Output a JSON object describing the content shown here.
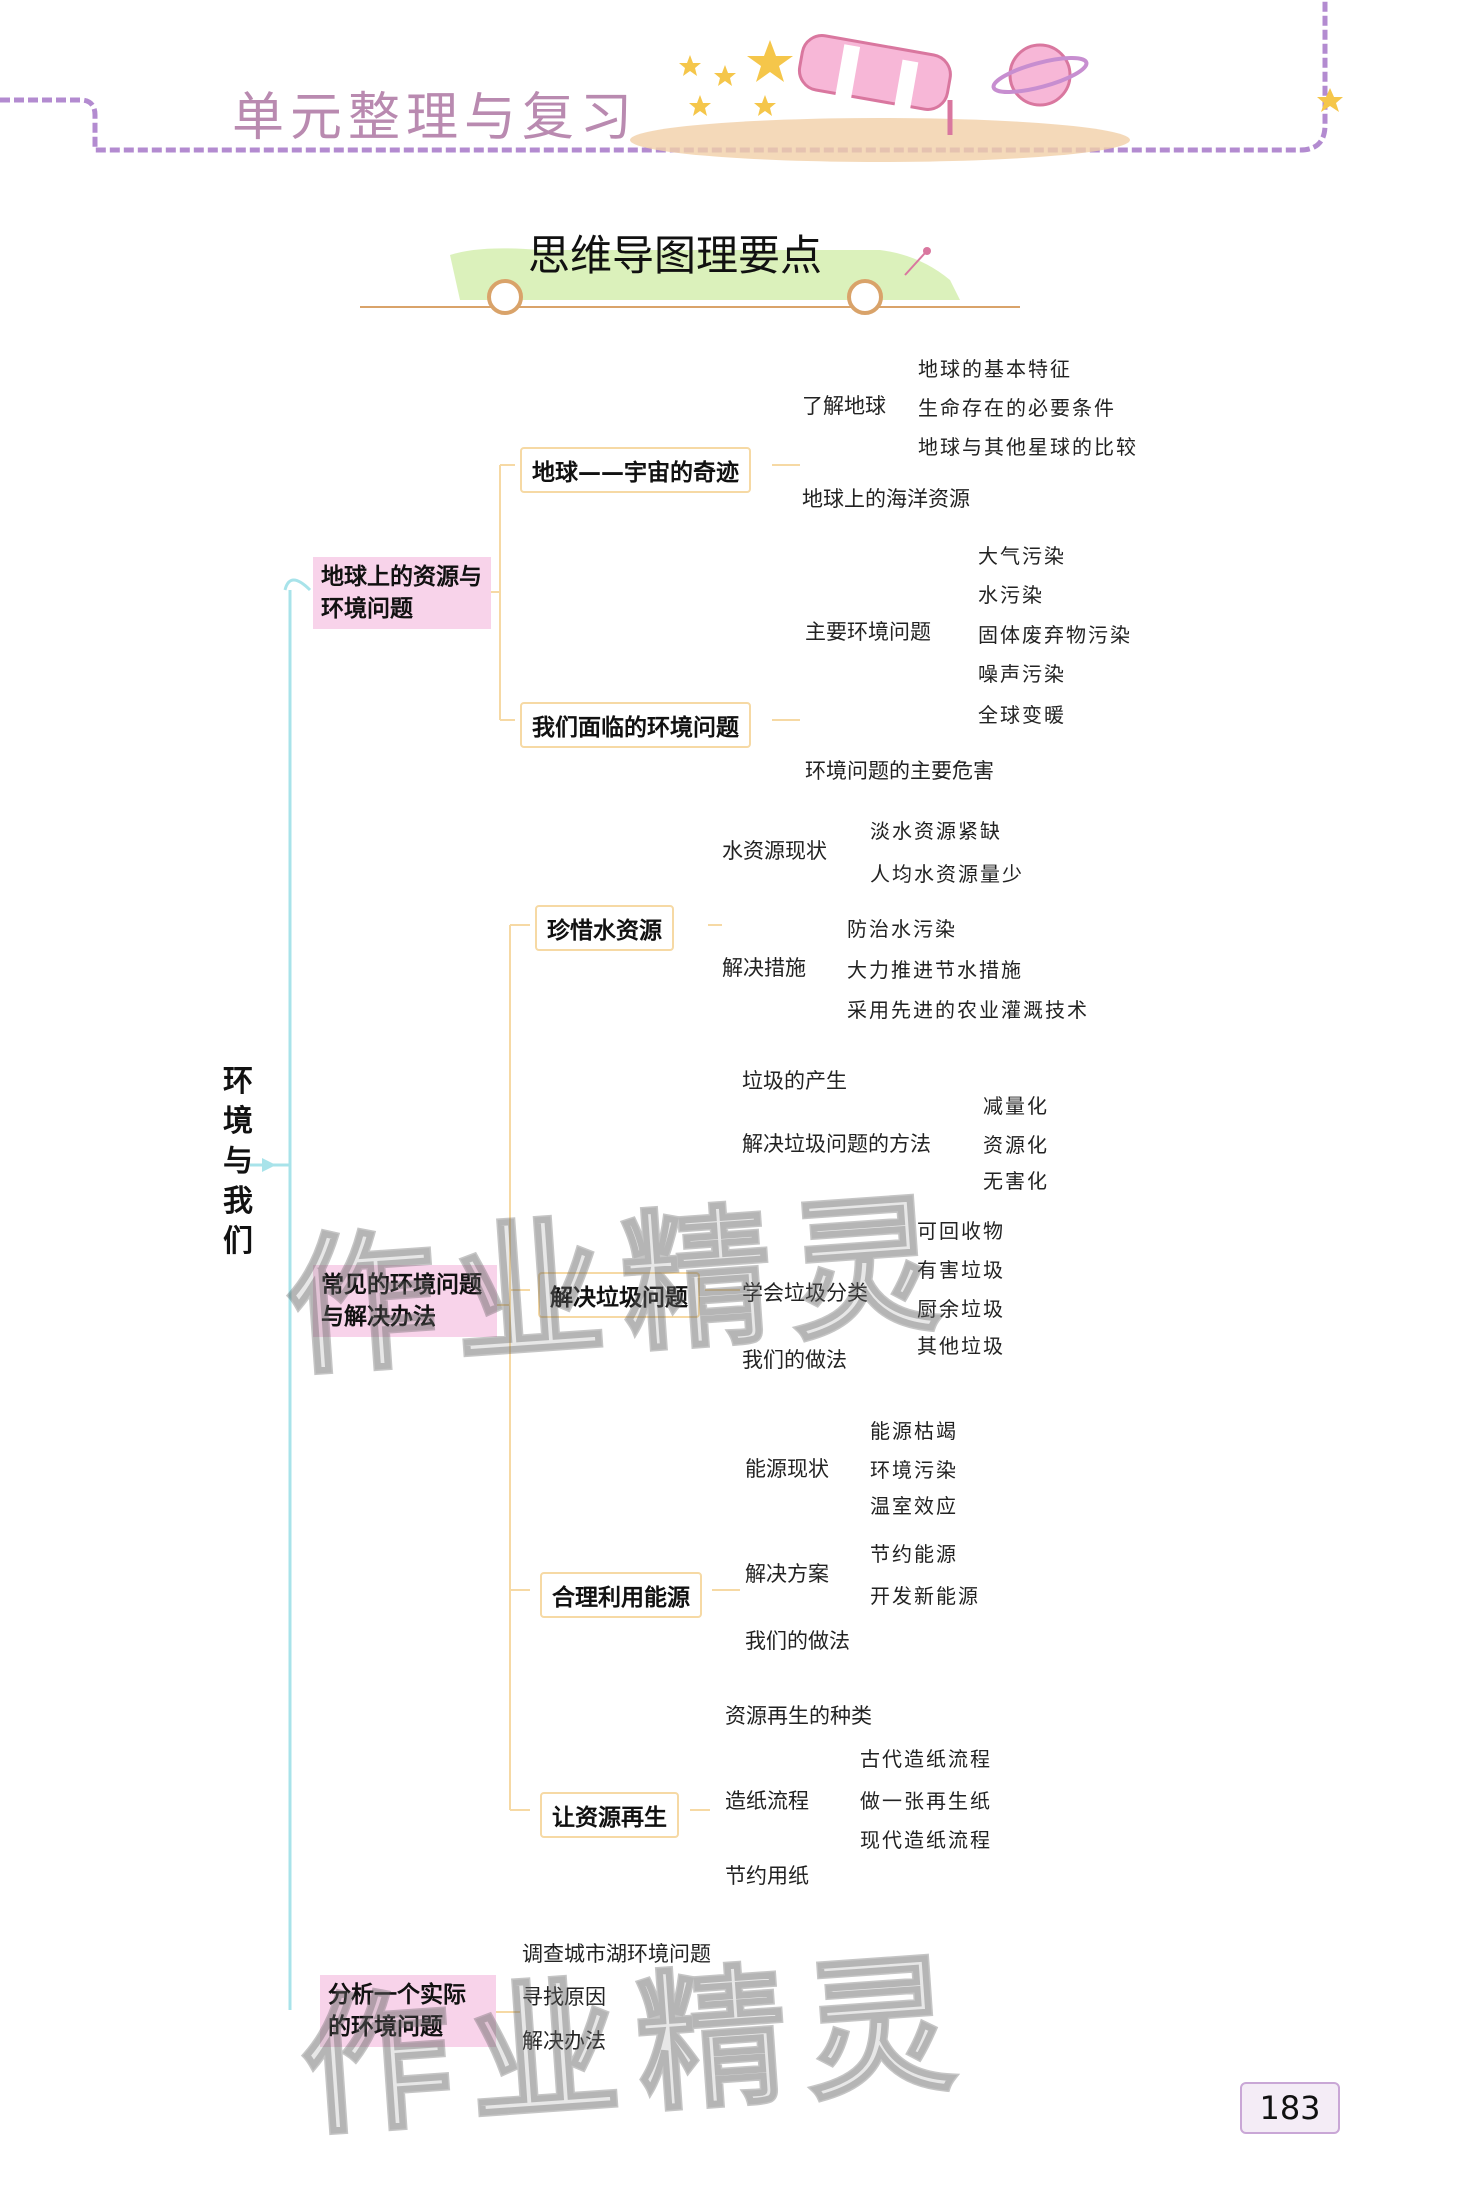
{
  "header": {
    "title": "单元整理与复习"
  },
  "mindmap": {
    "title": "思维导图理要点",
    "root": "环境与我们",
    "branches": [
      {
        "label": "地球上的资源与环境问题"
      },
      {
        "label": "常见的环境问题与解决办法"
      },
      {
        "label": "分析一个实际的环境问题"
      }
    ],
    "topics": [
      "地球——宇宙的奇迹",
      "我们面临的环境问题",
      "珍惜水资源",
      "解决垃圾问题",
      "合理利用能源",
      "让资源再生"
    ],
    "nodes": [
      "了解地球",
      "地球的基本特征",
      "生命存在的必要条件",
      "地球与其他星球的比较",
      "地球上的海洋资源",
      "主要环境问题",
      "大气污染",
      "水污染",
      "固体废弃物污染",
      "噪声污染",
      "全球变暖",
      "环境问题的主要危害",
      "水资源现状",
      "淡水资源紧缺",
      "人均水资源量少",
      "解决措施",
      "防治水污染",
      "大力推进节水措施",
      "采用先进的农业灌溉技术",
      "垃圾的产生",
      "解决垃圾问题的方法",
      "减量化",
      "资源化",
      "无害化",
      "学会垃圾分类",
      "可回收物",
      "有害垃圾",
      "厨余垃圾",
      "其他垃圾",
      "我们的做法",
      "能源现状",
      "能源枯竭",
      "环境污染",
      "温室效应",
      "解决方案",
      "节约能源",
      "开发新能源",
      "我们的做法",
      "资源再生的种类",
      "造纸流程",
      "古代造纸流程",
      "做一张再生纸",
      "现代造纸流程",
      "节约用纸",
      "调查城市湖环境问题",
      "寻找原因",
      "解决办法"
    ]
  },
  "watermark": "作业精灵",
  "page_number": "183",
  "colors": {
    "accent_pink": "#f8d3ea",
    "border_purple": "#b38bd0",
    "topic_border": "#f6d9a4"
  }
}
